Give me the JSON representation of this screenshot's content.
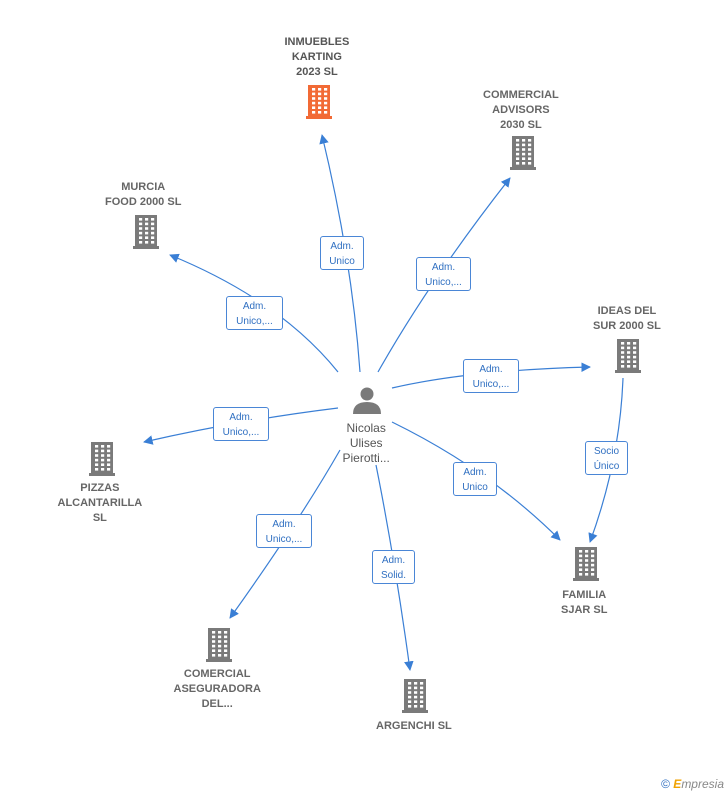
{
  "center_person": {
    "label_lines": [
      "Nicolas",
      "Ulises",
      "Pierotti..."
    ],
    "icon": "person-icon"
  },
  "companies": [
    {
      "id": "inmuebles",
      "lines": [
        "INMUEBLES",
        "KARTING",
        "2023  SL"
      ],
      "highlight": true,
      "icon": "building-icon"
    },
    {
      "id": "commercial",
      "lines": [
        "COMMERCIAL",
        "ADVISORS",
        "2030  SL"
      ],
      "highlight": false,
      "icon": "building-icon"
    },
    {
      "id": "murcia",
      "lines": [
        "MURCIA",
        "FOOD 2000  SL"
      ],
      "highlight": false,
      "icon": "building-icon"
    },
    {
      "id": "ideas",
      "lines": [
        "IDEAS DEL",
        "SUR 2000  SL"
      ],
      "highlight": false,
      "icon": "building-icon"
    },
    {
      "id": "pizzas",
      "lines": [
        "PIZZAS",
        "ALCANTARILLA",
        "SL"
      ],
      "highlight": false,
      "icon": "building-icon"
    },
    {
      "id": "familia",
      "lines": [
        "FAMILIA",
        "SJAR  SL"
      ],
      "highlight": false,
      "icon": "building-icon"
    },
    {
      "id": "comercial",
      "lines": [
        "COMERCIAL",
        "ASEGURADORA",
        "DEL..."
      ],
      "highlight": false,
      "icon": "building-icon"
    },
    {
      "id": "argenchi",
      "lines": [
        "ARGENCHI SL"
      ],
      "highlight": false,
      "icon": "building-icon"
    }
  ],
  "edges": [
    {
      "to": "inmuebles",
      "lines": [
        "Adm.",
        "Unico"
      ]
    },
    {
      "to": "commercial",
      "lines": [
        "Adm.",
        "Unico,..."
      ]
    },
    {
      "to": "murcia",
      "lines": [
        "Adm.",
        "Unico,..."
      ]
    },
    {
      "to": "ideas",
      "lines": [
        "Adm.",
        "Unico,..."
      ]
    },
    {
      "to": "pizzas",
      "lines": [
        "Adm.",
        "Unico,..."
      ]
    },
    {
      "to": "familia",
      "lines": [
        "Adm.",
        "Unico"
      ]
    },
    {
      "to": "comercial",
      "lines": [
        "Adm.",
        "Unico,..."
      ]
    },
    {
      "to": "argenchi",
      "lines": [
        "Adm.",
        "Solid."
      ]
    },
    {
      "from": "ideas",
      "to": "familia",
      "lines": [
        "Socio",
        "Único"
      ]
    }
  ],
  "colors": {
    "edge": "#3a7fd5",
    "building": "#7a7a7a",
    "building_highlight": "#f26a35",
    "person": "#7a7a7a"
  },
  "brand": {
    "copyright": "©",
    "e": "E",
    "rest": "mpresia"
  }
}
